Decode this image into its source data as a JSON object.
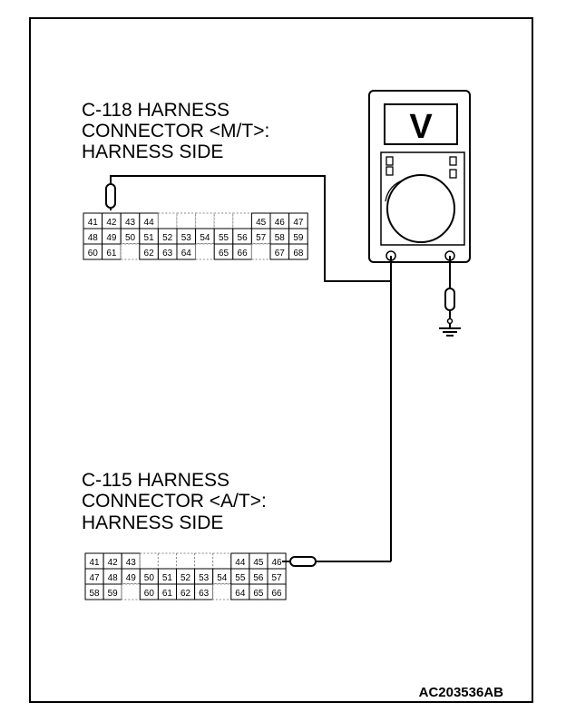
{
  "connector_top": {
    "title_lines": [
      "C-118 HARNESS",
      "CONNECTOR <M/T>:",
      "HARNESS SIDE"
    ],
    "rows": [
      [
        "41",
        "42",
        "43",
        "44",
        "",
        "",
        "",
        "",
        "",
        "45",
        "46",
        "47"
      ],
      [
        "48",
        "49",
        "50",
        "51",
        "52",
        "53",
        "54",
        "55",
        "56",
        "57",
        "58",
        "59"
      ],
      [
        "60",
        "61",
        "",
        "62",
        "63",
        "64",
        "",
        "65",
        "66",
        "",
        "67",
        "68"
      ]
    ]
  },
  "connector_bottom": {
    "title_lines": [
      "C-115 HARNESS",
      "CONNECTOR <A/T>:",
      "HARNESS SIDE"
    ],
    "rows": [
      [
        "41",
        "42",
        "43",
        "",
        "",
        "",
        "",
        "",
        "44",
        "45",
        "46"
      ],
      [
        "47",
        "48",
        "49",
        "50",
        "51",
        "52",
        "53",
        "54",
        "55",
        "56",
        "57"
      ],
      [
        "58",
        "59",
        "",
        "60",
        "61",
        "62",
        "63",
        "",
        "64",
        "65",
        "66"
      ]
    ]
  },
  "meter": {
    "display_symbol": "V"
  },
  "figure_code": "AC203536AB"
}
